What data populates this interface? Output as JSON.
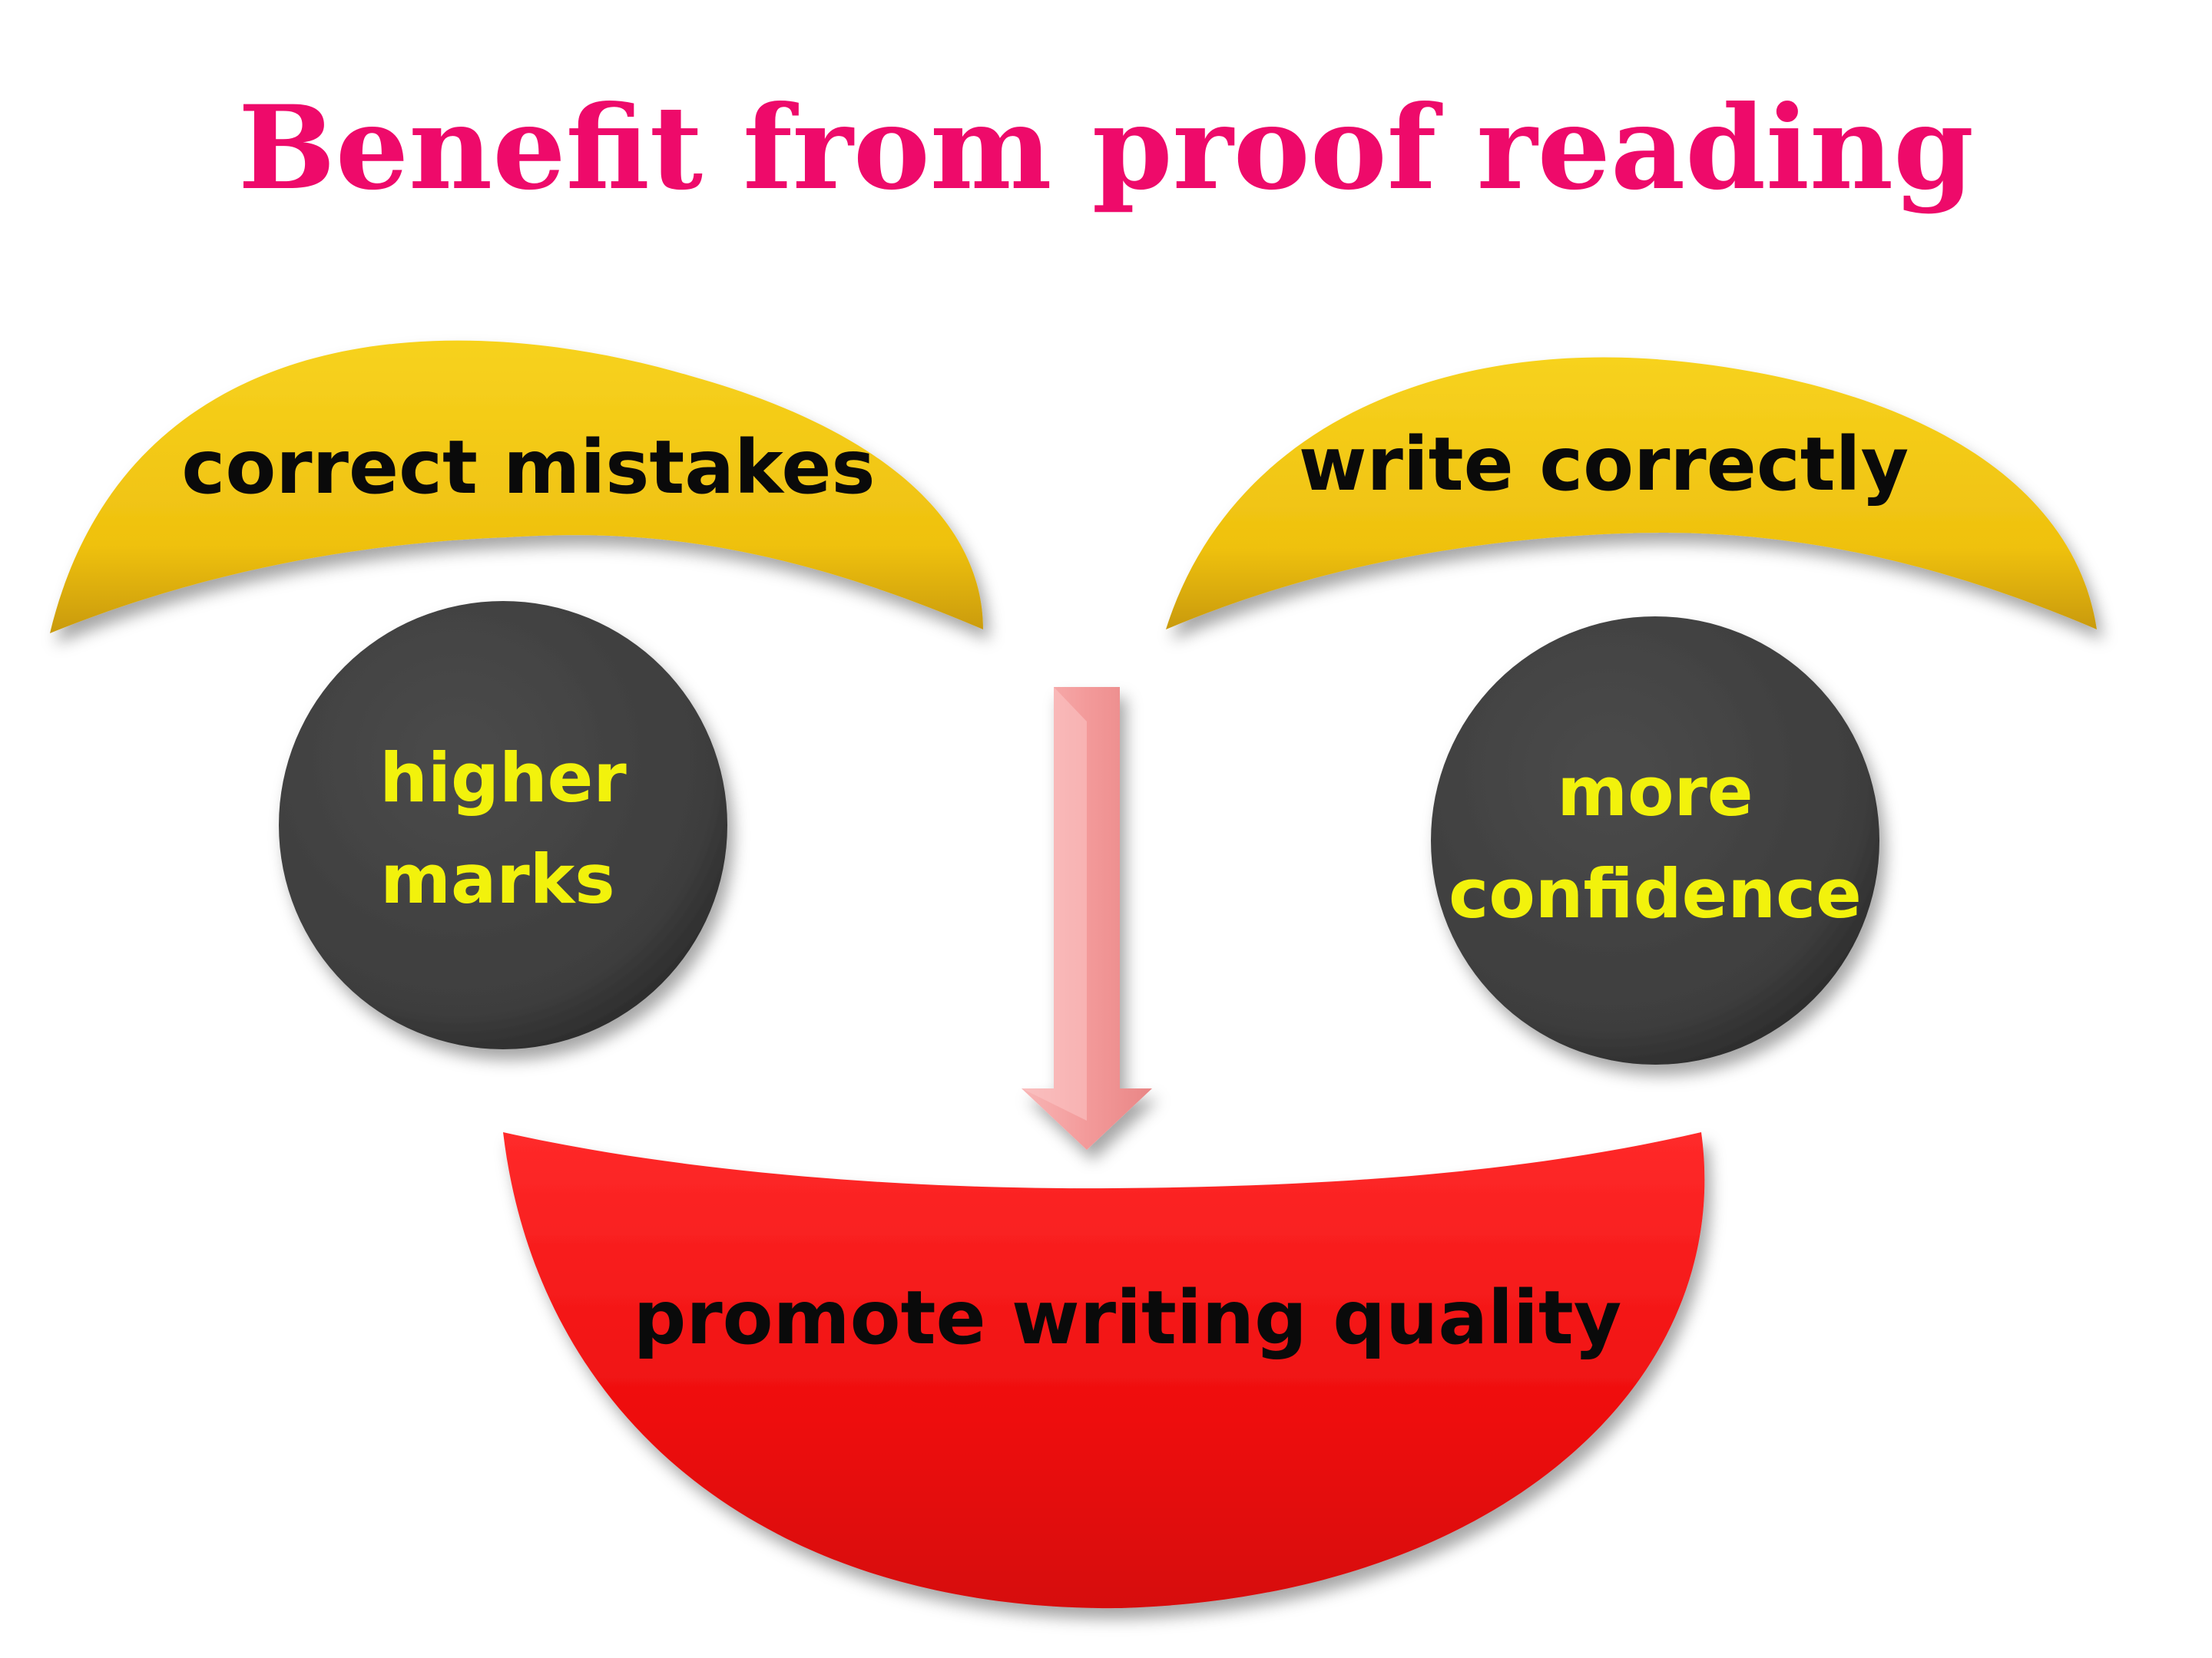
{
  "title": "Benefit from proof reading",
  "shapes": {
    "left_brow": {
      "label": "correct mistakes",
      "fill": "#f0c410"
    },
    "right_brow": {
      "label": "write correctly",
      "fill": "#f0c410"
    },
    "left_eye": {
      "line1": "higher",
      "line2": "marks",
      "fill": "#434343"
    },
    "right_eye": {
      "line1": "more",
      "line2": "confidence",
      "fill": "#434343"
    },
    "mouth": {
      "label": "promote writing quality",
      "fill": "#e81010"
    },
    "arrow": {
      "icon": "down-arrow-icon",
      "fill": "#f3a3a3"
    }
  },
  "colors": {
    "title": "#ee0a6a",
    "dark_text": "#0a0a0a",
    "light_text": "#f2f20c",
    "background": "#ffffff"
  }
}
